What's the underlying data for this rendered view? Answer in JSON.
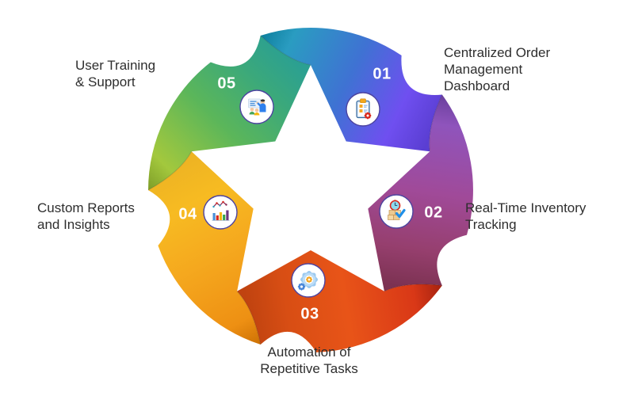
{
  "style": {
    "background": "#ffffff",
    "label_color": "#2e2e2e",
    "number_color": "#ffffff",
    "icon_ring_color": "#4d44a0"
  },
  "segments": [
    {
      "number": "01",
      "label": "Centralized Order\nManagement\nDashboard",
      "icon": "order-dashboard-clipboard-icon",
      "gradient": [
        "#0d7f9d",
        "#2a9cc1",
        "#3f72d3",
        "#6f4ff0",
        "#5a3ed2"
      ]
    },
    {
      "number": "02",
      "label": "Real-Time Inventory\nTracking",
      "icon": "inventory-tracking-icon",
      "gradient": [
        "#6a3f9d",
        "#8f54bc",
        "#a04a99",
        "#963f6e",
        "#7c3252"
      ]
    },
    {
      "number": "03",
      "label": "Automation of\nRepetitive Tasks",
      "icon": "automation-gears-icon",
      "gradient": [
        "#a52210",
        "#d93817",
        "#e85418",
        "#d84e14",
        "#c04310"
      ]
    },
    {
      "number": "04",
      "label": "Custom Reports\nand Insights",
      "icon": "reports-chart-icon",
      "gradient": [
        "#cc7004",
        "#ee9013",
        "#f5a81e",
        "#f7bb22",
        "#eeb423"
      ]
    },
    {
      "number": "05",
      "label": "User Training\n& Support",
      "icon": "user-training-icon",
      "gradient": [
        "#7e9d28",
        "#a3c83d",
        "#5bb65a",
        "#3aa87c",
        "#2ba092"
      ]
    }
  ]
}
